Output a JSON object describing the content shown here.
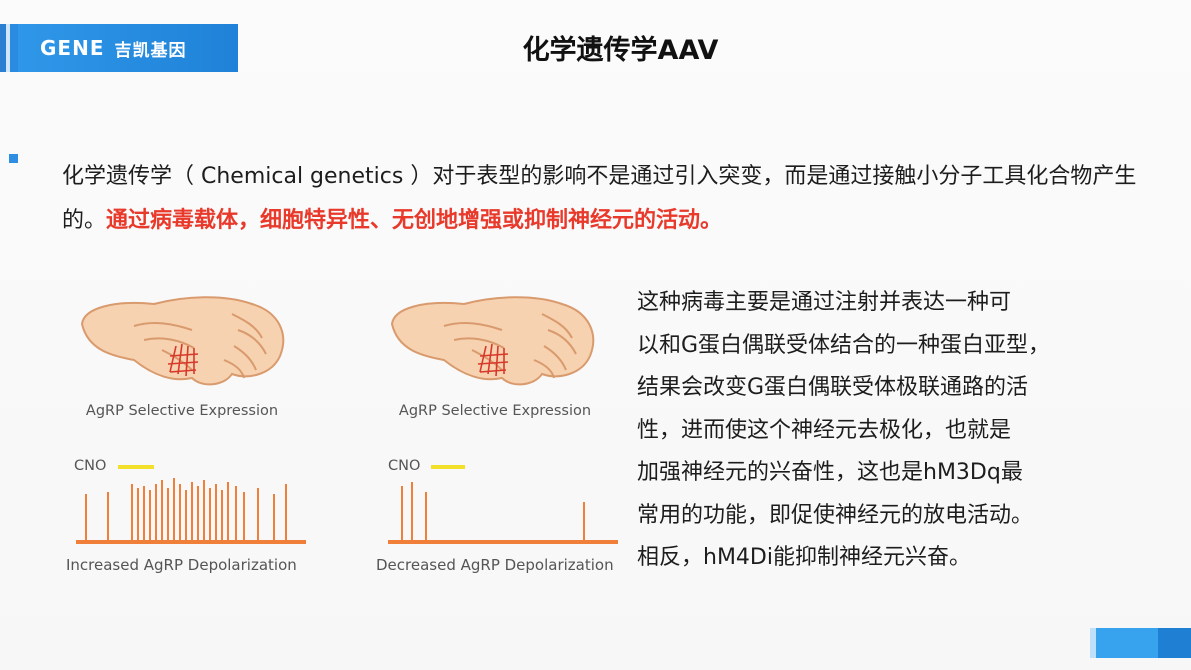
{
  "logo": {
    "brand_en": "GENE",
    "brand_zh": "吉凯基因"
  },
  "slide": {
    "title": "化学遗传学AAV",
    "intro_normal": "化学遗传学（ Chemical genetics ）对于表型的影响不是通过引入突变，而是通过接触小分子工具化合物产生的。",
    "intro_highlight": "通过病毒载体，细胞特异性、无创地增强或抑制神经元的活动。",
    "description_lines": [
      "这种病毒主要是通过注射并表达一种可",
      "以和G蛋白偶联受体结合的一种蛋白亚型，",
      "结果会改变G蛋白偶联受体极联通路的活",
      "性，进而使这个神经元去极化，也就是",
      "加强神经元的兴奋性，这也是hM3Dq最",
      "常用的功能，即促使神经元的放电活动。",
      "相反，hM4Di能抑制神经元兴奋。"
    ]
  },
  "figures": {
    "left": {
      "expression_label": "AgRP Selective Expression",
      "cno_label": "CNO",
      "depolarization_label": "Increased AgRP Depolarization"
    },
    "right": {
      "expression_label": "AgRP Selective Expression",
      "cno_label": "CNO",
      "depolarization_label": "Decreased AgRP Depolarization"
    }
  },
  "colors": {
    "accent_blue": "#2a8be0",
    "highlight_red": "#e8392b",
    "trace_orange": "#f07f3a",
    "cno_yellow": "#f2e02a"
  }
}
